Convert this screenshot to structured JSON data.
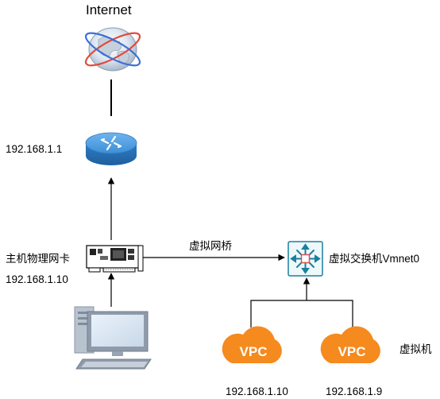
{
  "labels": {
    "internet": "Internet",
    "router_ip": "192.168.1.1",
    "nic_name": "主机物理网卡",
    "nic_ip": "192.168.1.10",
    "bridge": "虚拟网桥",
    "vswitch": "虚拟交换机Vmnet0",
    "vm_group": "虚拟机",
    "vpc1_ip": "192.168.1.10",
    "vpc2_ip": "192.168.1.9"
  },
  "vpc_badge": "VPC",
  "icons": [
    "globe-icon",
    "router-icon",
    "network-card-icon",
    "computer-icon",
    "switch-icon",
    "vpc-cloud-icon"
  ],
  "colors": {
    "router_blue": "#3d8fd6",
    "cloud_orange": "#f58a1f",
    "switch_teal": "#1b7f9e",
    "line": "#000000"
  }
}
